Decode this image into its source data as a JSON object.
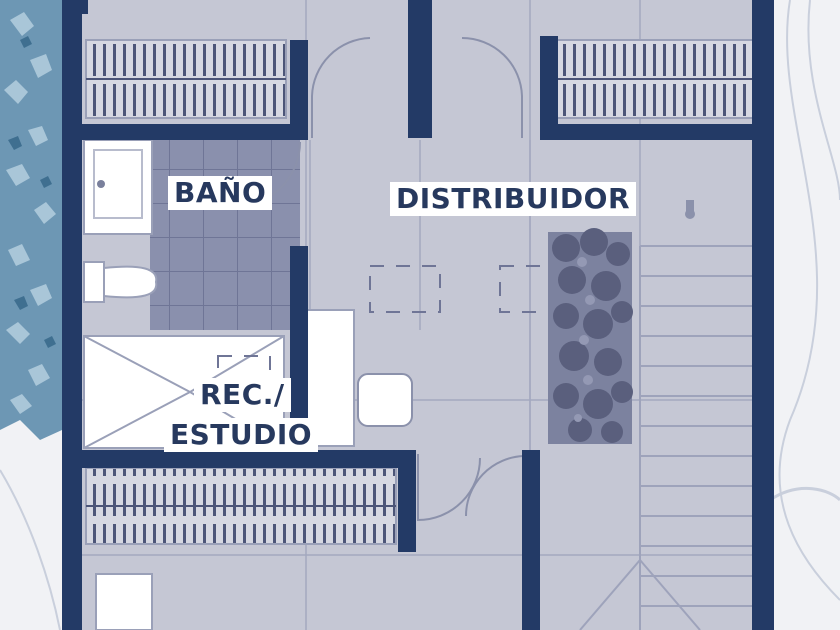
{
  "rooms": {
    "bathroom": "BAÑO",
    "hall": "DISTRIBUIDOR",
    "study_line1": "REC./",
    "study_line2": "ESTUDIO"
  },
  "colors": {
    "wall": "#233a66",
    "floor": "#c3c5d3",
    "floor_dark": "#8c91ad",
    "grid": "#9ea3bb",
    "label_text": "#27395e",
    "label_bg": "#ffffff",
    "vegetation": "#5c89a8",
    "background": "#f1f2f5"
  }
}
